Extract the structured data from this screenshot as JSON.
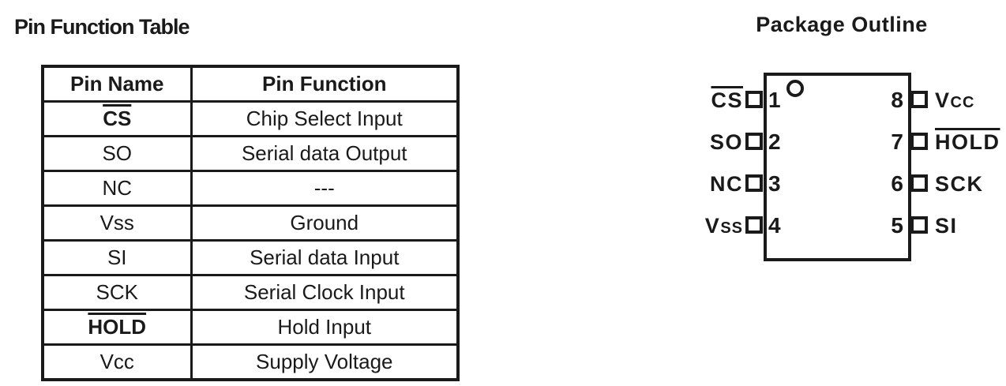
{
  "colors": {
    "ink": "#1a1a1a",
    "background": "#ffffff"
  },
  "pin_table": {
    "title": "Pin Function Table",
    "header": {
      "pin_name": "Pin Name",
      "pin_function": "Pin Function"
    },
    "rows": [
      {
        "name": "CS",
        "name_overline": true,
        "function": "Chip Select Input"
      },
      {
        "name": "SO",
        "name_overline": false,
        "function": "Serial data Output"
      },
      {
        "name": "NC",
        "name_overline": false,
        "function": "---"
      },
      {
        "name": "Vss",
        "name_overline": false,
        "function": "Ground"
      },
      {
        "name": "SI",
        "name_overline": false,
        "function": "Serial data Input"
      },
      {
        "name": "SCK",
        "name_overline": false,
        "function": "Serial Clock Input"
      },
      {
        "name": "HOLD",
        "name_overline": true,
        "function": "Hold Input"
      },
      {
        "name": "Vcc",
        "name_overline": false,
        "function": "Supply Voltage"
      }
    ]
  },
  "package": {
    "title": "Package Outline",
    "pin1_indicator": "circle",
    "left_pins": [
      {
        "num": "1",
        "label": "CS",
        "label_small": "",
        "overline": true
      },
      {
        "num": "2",
        "label": "SO",
        "label_small": "",
        "overline": false
      },
      {
        "num": "3",
        "label": "NC",
        "label_small": "",
        "overline": false
      },
      {
        "num": "4",
        "label": "V",
        "label_small": "SS",
        "overline": false
      }
    ],
    "right_pins": [
      {
        "num": "8",
        "label": "V",
        "label_small": "CC",
        "overline": false
      },
      {
        "num": "7",
        "label": "HOLD",
        "label_small": "",
        "overline": true
      },
      {
        "num": "6",
        "label": "SCK",
        "label_small": "",
        "overline": false
      },
      {
        "num": "5",
        "label": "SI",
        "label_small": "",
        "overline": false
      }
    ]
  }
}
